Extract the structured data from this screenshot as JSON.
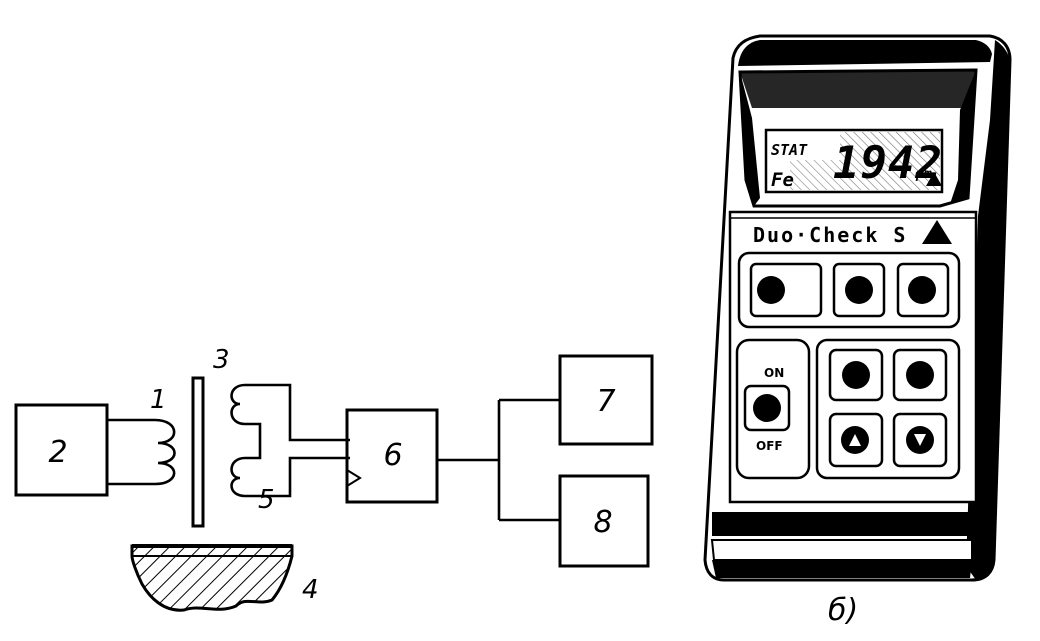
{
  "schematic": {
    "blocks": [
      {
        "id": "2",
        "label": "2"
      },
      {
        "id": "6",
        "label": "6"
      },
      {
        "id": "7",
        "label": "7"
      },
      {
        "id": "8",
        "label": "8"
      }
    ],
    "labels": {
      "coil_1": "1",
      "plate_3": "3",
      "specimen_4": "4",
      "coil_5": "5"
    }
  },
  "device": {
    "display_mode": "STAT",
    "display_material": "Fe",
    "display_value": "1942",
    "display_unit": "μm",
    "brand": "Duo·Check S",
    "switch_on": "ON",
    "switch_off": "OFF"
  },
  "caption": "б)"
}
